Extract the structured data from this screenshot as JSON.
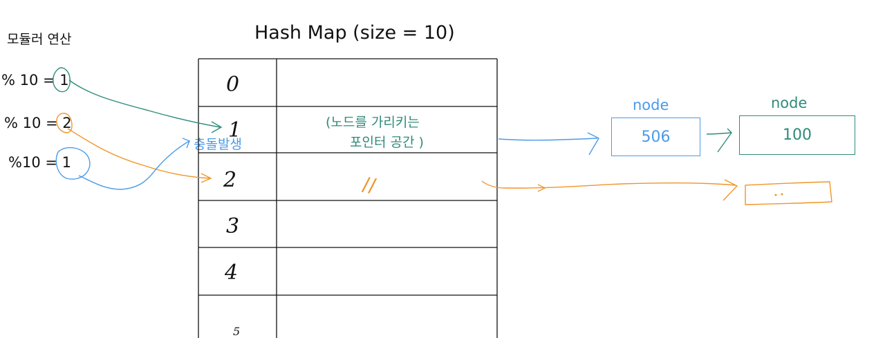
{
  "title": "Hash Map (size = 10)",
  "modulo": {
    "title": "모듈러 연산",
    "expressions": [
      "% 10 = 1",
      "% 10 = 2",
      "%10 = 1"
    ]
  },
  "table": {
    "index_labels": [
      "0",
      "1",
      "2",
      "3",
      "4",
      "5"
    ],
    "slot_note_lines": [
      "(노드를 가리키는",
      "포인터 공간 )"
    ],
    "slot2_mark": "//"
  },
  "collision_label": "충돌발생",
  "nodes": [
    {
      "label": "node",
      "value": "506"
    },
    {
      "label": "node",
      "value": "100"
    }
  ],
  "colors": {
    "blue": "#4a9be8",
    "teal": "#2e8b7a",
    "orange": "#f0952a",
    "ink": "#111111"
  }
}
